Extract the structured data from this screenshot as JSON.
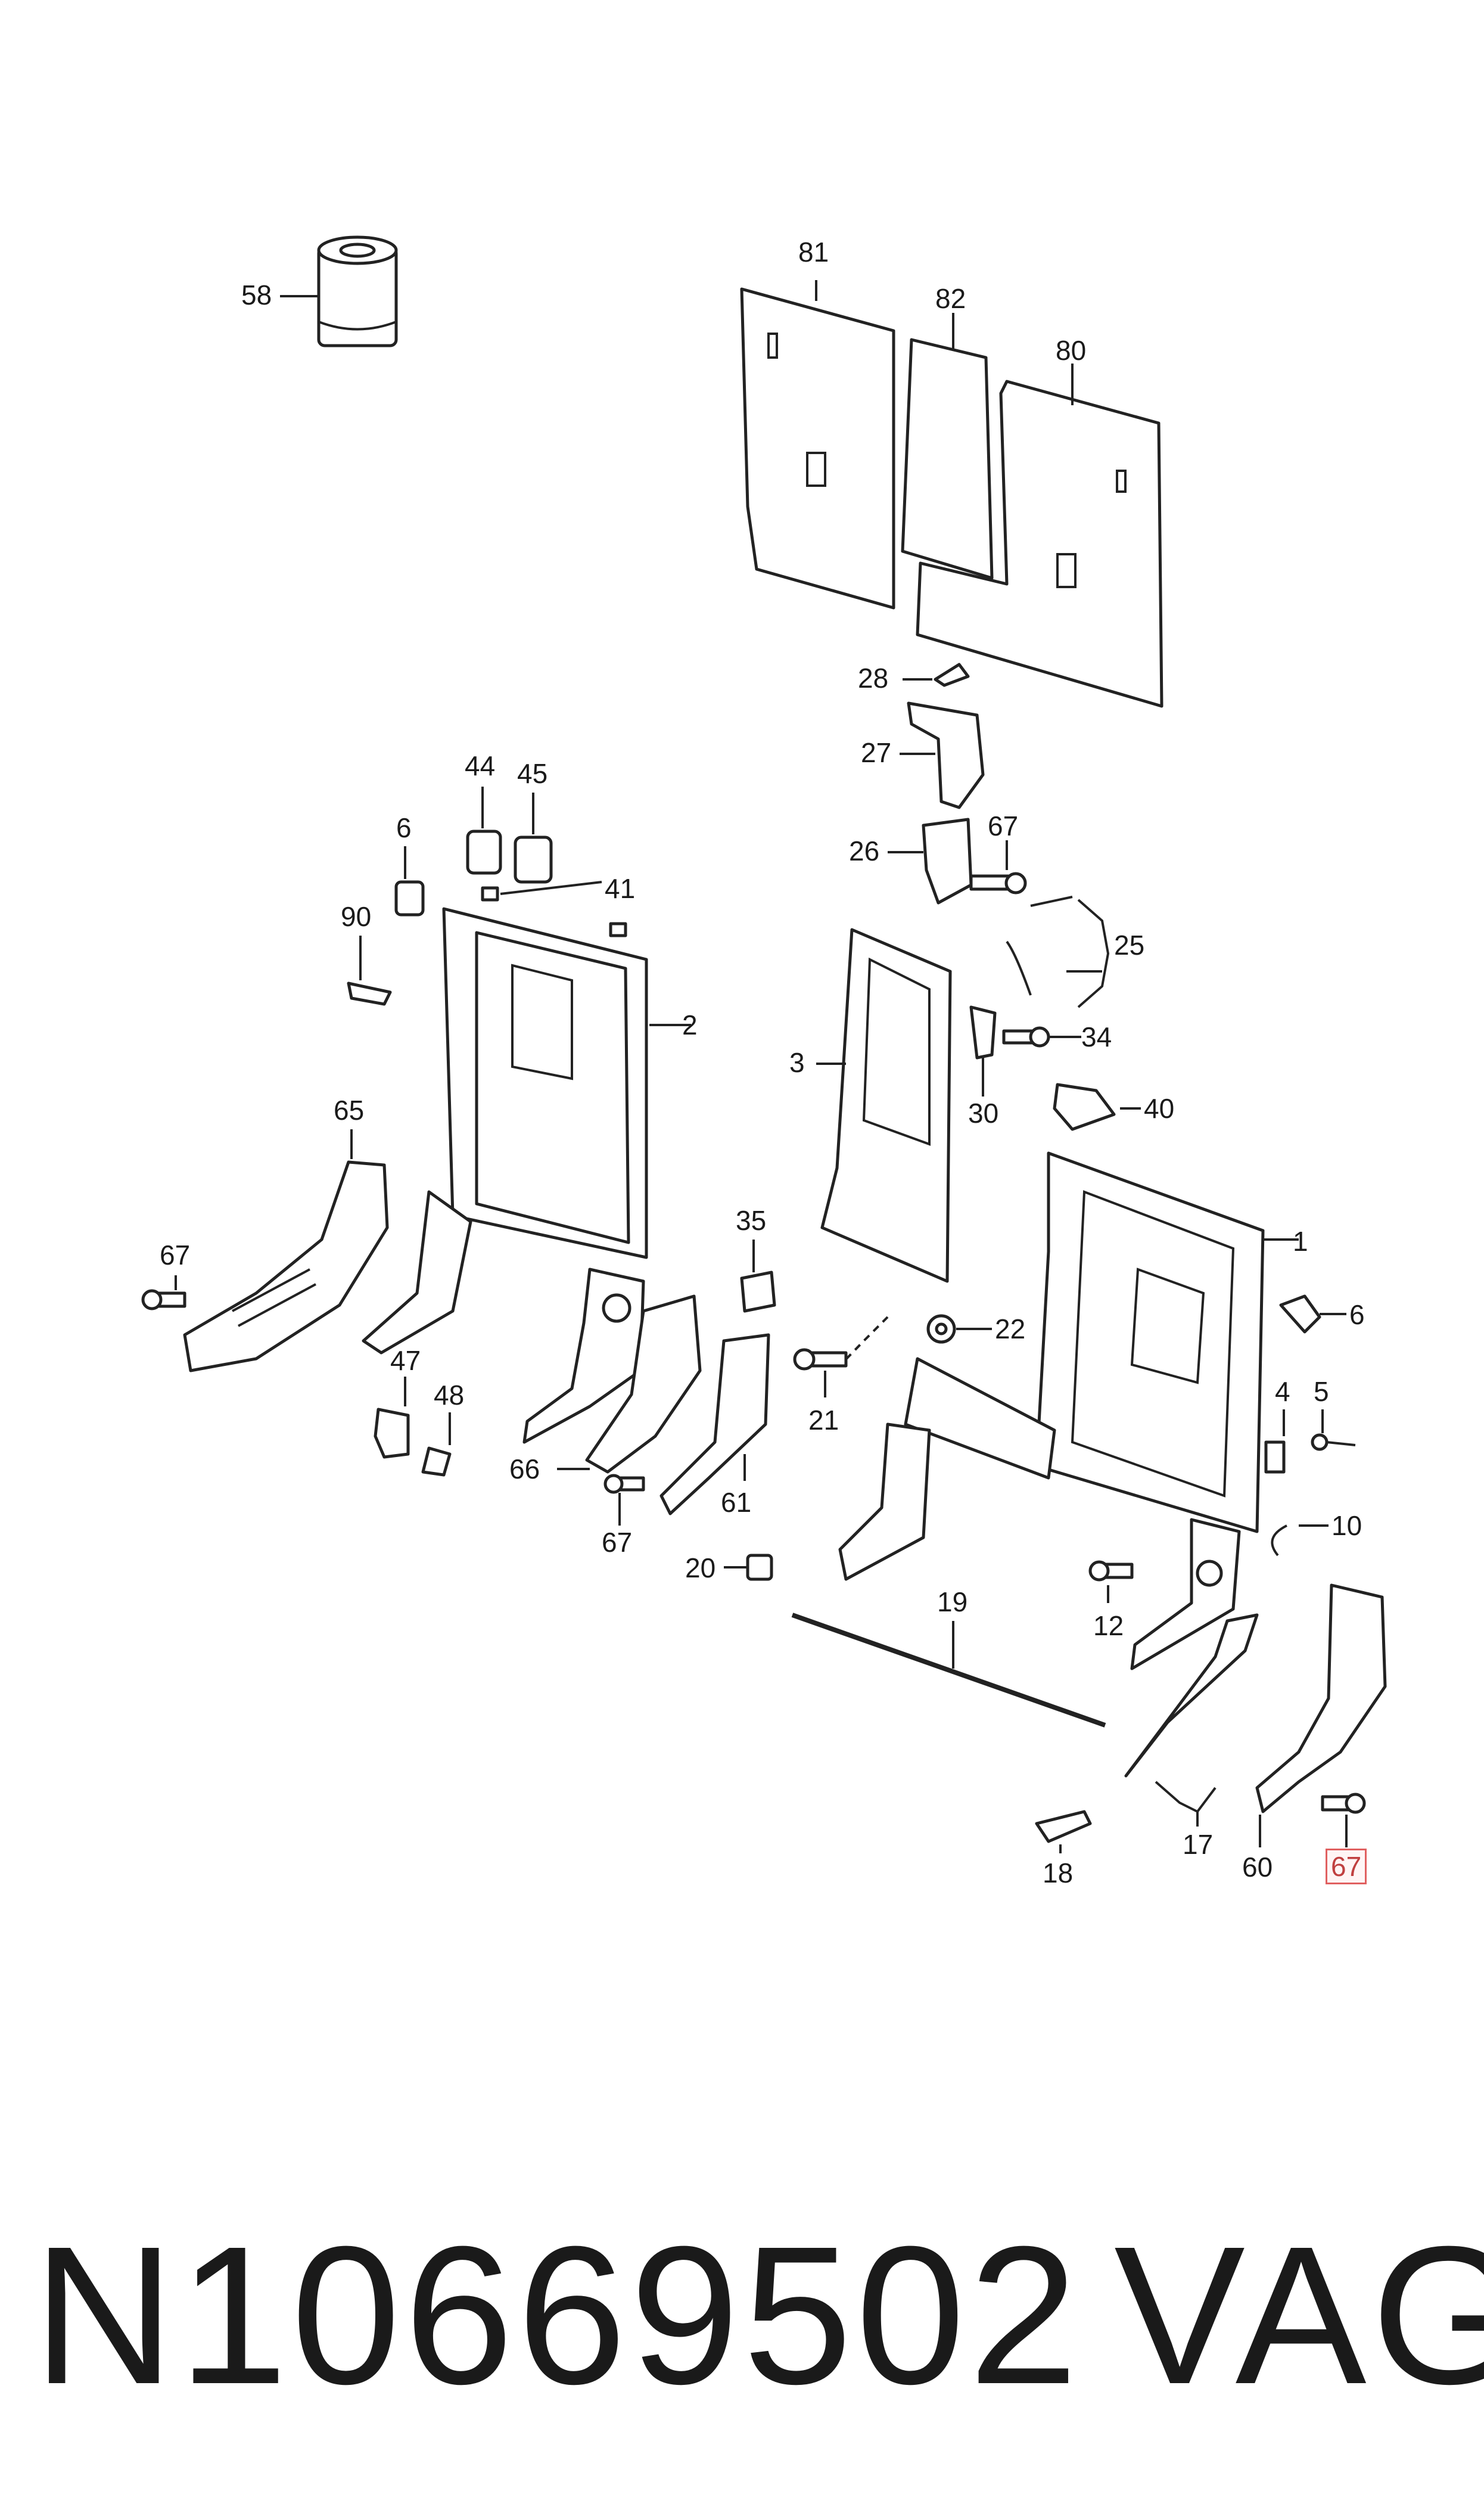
{
  "diagram": {
    "labels": [
      {
        "id": "58",
        "text": "58"
      },
      {
        "id": "81",
        "text": "81"
      },
      {
        "id": "82",
        "text": "82"
      },
      {
        "id": "80",
        "text": "80"
      },
      {
        "id": "28",
        "text": "28"
      },
      {
        "id": "27",
        "text": "27"
      },
      {
        "id": "26",
        "text": "26"
      },
      {
        "id": "67a",
        "text": "67"
      },
      {
        "id": "25",
        "text": "25"
      },
      {
        "id": "44",
        "text": "44"
      },
      {
        "id": "45",
        "text": "45"
      },
      {
        "id": "6a",
        "text": "6"
      },
      {
        "id": "41",
        "text": "41"
      },
      {
        "id": "90",
        "text": "90"
      },
      {
        "id": "2",
        "text": "2"
      },
      {
        "id": "3",
        "text": "3"
      },
      {
        "id": "34",
        "text": "34"
      },
      {
        "id": "30",
        "text": "30"
      },
      {
        "id": "40",
        "text": "40"
      },
      {
        "id": "65",
        "text": "65"
      },
      {
        "id": "1",
        "text": "1"
      },
      {
        "id": "67b",
        "text": "67"
      },
      {
        "id": "35",
        "text": "35"
      },
      {
        "id": "6b",
        "text": "6"
      },
      {
        "id": "22",
        "text": "22"
      },
      {
        "id": "47",
        "text": "47"
      },
      {
        "id": "48",
        "text": "48"
      },
      {
        "id": "4",
        "text": "4"
      },
      {
        "id": "5",
        "text": "5"
      },
      {
        "id": "21",
        "text": "21"
      },
      {
        "id": "66",
        "text": "66"
      },
      {
        "id": "61",
        "text": "61"
      },
      {
        "id": "67c",
        "text": "67"
      },
      {
        "id": "10",
        "text": "10"
      },
      {
        "id": "20",
        "text": "20"
      },
      {
        "id": "19",
        "text": "19"
      },
      {
        "id": "12",
        "text": "12"
      },
      {
        "id": "17",
        "text": "17"
      },
      {
        "id": "18",
        "text": "18"
      },
      {
        "id": "60",
        "text": "60"
      },
      {
        "id": "67d",
        "text": "67"
      }
    ]
  },
  "footer": {
    "part_number": "N10669502",
    "brand": "VAG"
  },
  "highlight_color": "#e06060"
}
